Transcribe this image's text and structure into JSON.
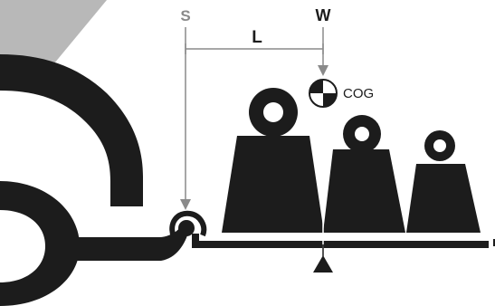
{
  "labels": {
    "s": "S",
    "w": "W",
    "l": "L",
    "cog": "COG"
  },
  "colors": {
    "ink": "#1c1c1c",
    "guide": "#8a8a8a",
    "background": "#ffffff",
    "arm_highlight": "#b8b8b8"
  },
  "icons": {
    "cog_marker": "center-of-gravity-symbol",
    "pivot": "fulcrum-triangle",
    "arrows": "down-arrowhead"
  }
}
